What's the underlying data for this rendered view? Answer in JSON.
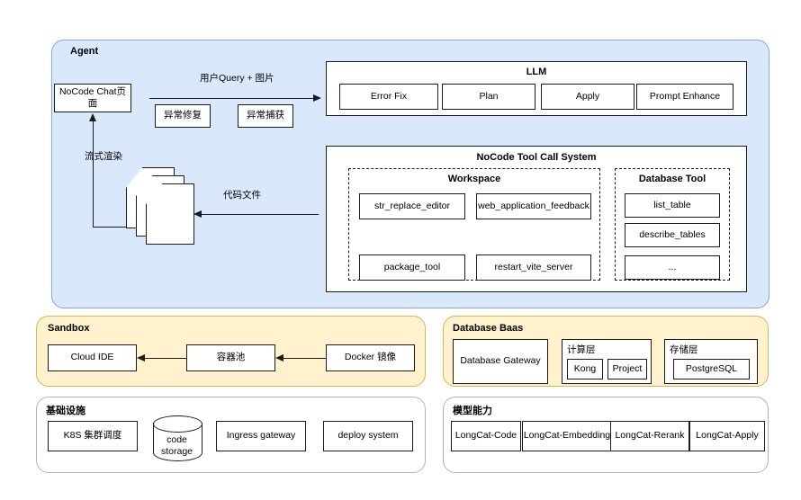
{
  "diagram": {
    "colors": {
      "agent_fill": "#dae8fc",
      "agent_stroke": "#7ea6e0",
      "sandbox_fill": "#fff2cc",
      "sandbox_stroke": "#d6b656",
      "plain_fill": "#ffffff",
      "stroke": "#1a1a1a"
    }
  },
  "agent": {
    "title": "Agent",
    "chat_page": "NoCode Chat页面",
    "edges": {
      "user_query": "用户Query + 图片",
      "stream_render": "流式渲染",
      "code_files": "代码文件"
    },
    "exception_boxes": [
      {
        "label": "异常修复"
      },
      {
        "label": "异常捕获"
      }
    ],
    "llm": {
      "title": "LLM",
      "items": [
        {
          "label": "Error Fix"
        },
        {
          "label": "Plan"
        },
        {
          "label": "Apply"
        },
        {
          "label": "Prompt Enhance"
        }
      ]
    },
    "tool_call_system": {
      "title": "NoCode Tool Call System",
      "workspace": {
        "title": "Workspace",
        "items": [
          {
            "label": "str_replace_editor"
          },
          {
            "label": "web_application_feedback"
          },
          {
            "label": "package_tool"
          },
          {
            "label": "restart_vite_server"
          }
        ]
      },
      "database_tool": {
        "title": "Database Tool",
        "items": [
          {
            "label": "list_table"
          },
          {
            "label": "describe_tables"
          },
          {
            "label": "..."
          }
        ]
      }
    }
  },
  "sandbox": {
    "title": "Sandbox",
    "items": [
      {
        "label": "Cloud IDE"
      },
      {
        "label": "容器池"
      },
      {
        "label": "Docker 镜像"
      }
    ]
  },
  "database_baas": {
    "title": "Database Baas",
    "gateway": "Database Gateway",
    "compute_layer": {
      "label": "计算层",
      "items": [
        {
          "label": "Kong"
        },
        {
          "label": "Project"
        }
      ]
    },
    "storage_layer": {
      "label": "存储层",
      "items": [
        {
          "label": "PostgreSQL"
        }
      ]
    }
  },
  "infrastructure": {
    "title": "基础设施",
    "items": [
      {
        "label": "K8S 集群调度"
      },
      {
        "label": "Ingress gateway"
      },
      {
        "label": "deploy system"
      }
    ],
    "storage": {
      "line1": "code",
      "line2": "storage"
    }
  },
  "model_capability": {
    "title": "模型能力",
    "items": [
      {
        "label": "LongCat-Code"
      },
      {
        "label": "LongCat-Embedding"
      },
      {
        "label": "LongCat-Rerank"
      },
      {
        "label": "LongCat-Apply"
      }
    ]
  }
}
